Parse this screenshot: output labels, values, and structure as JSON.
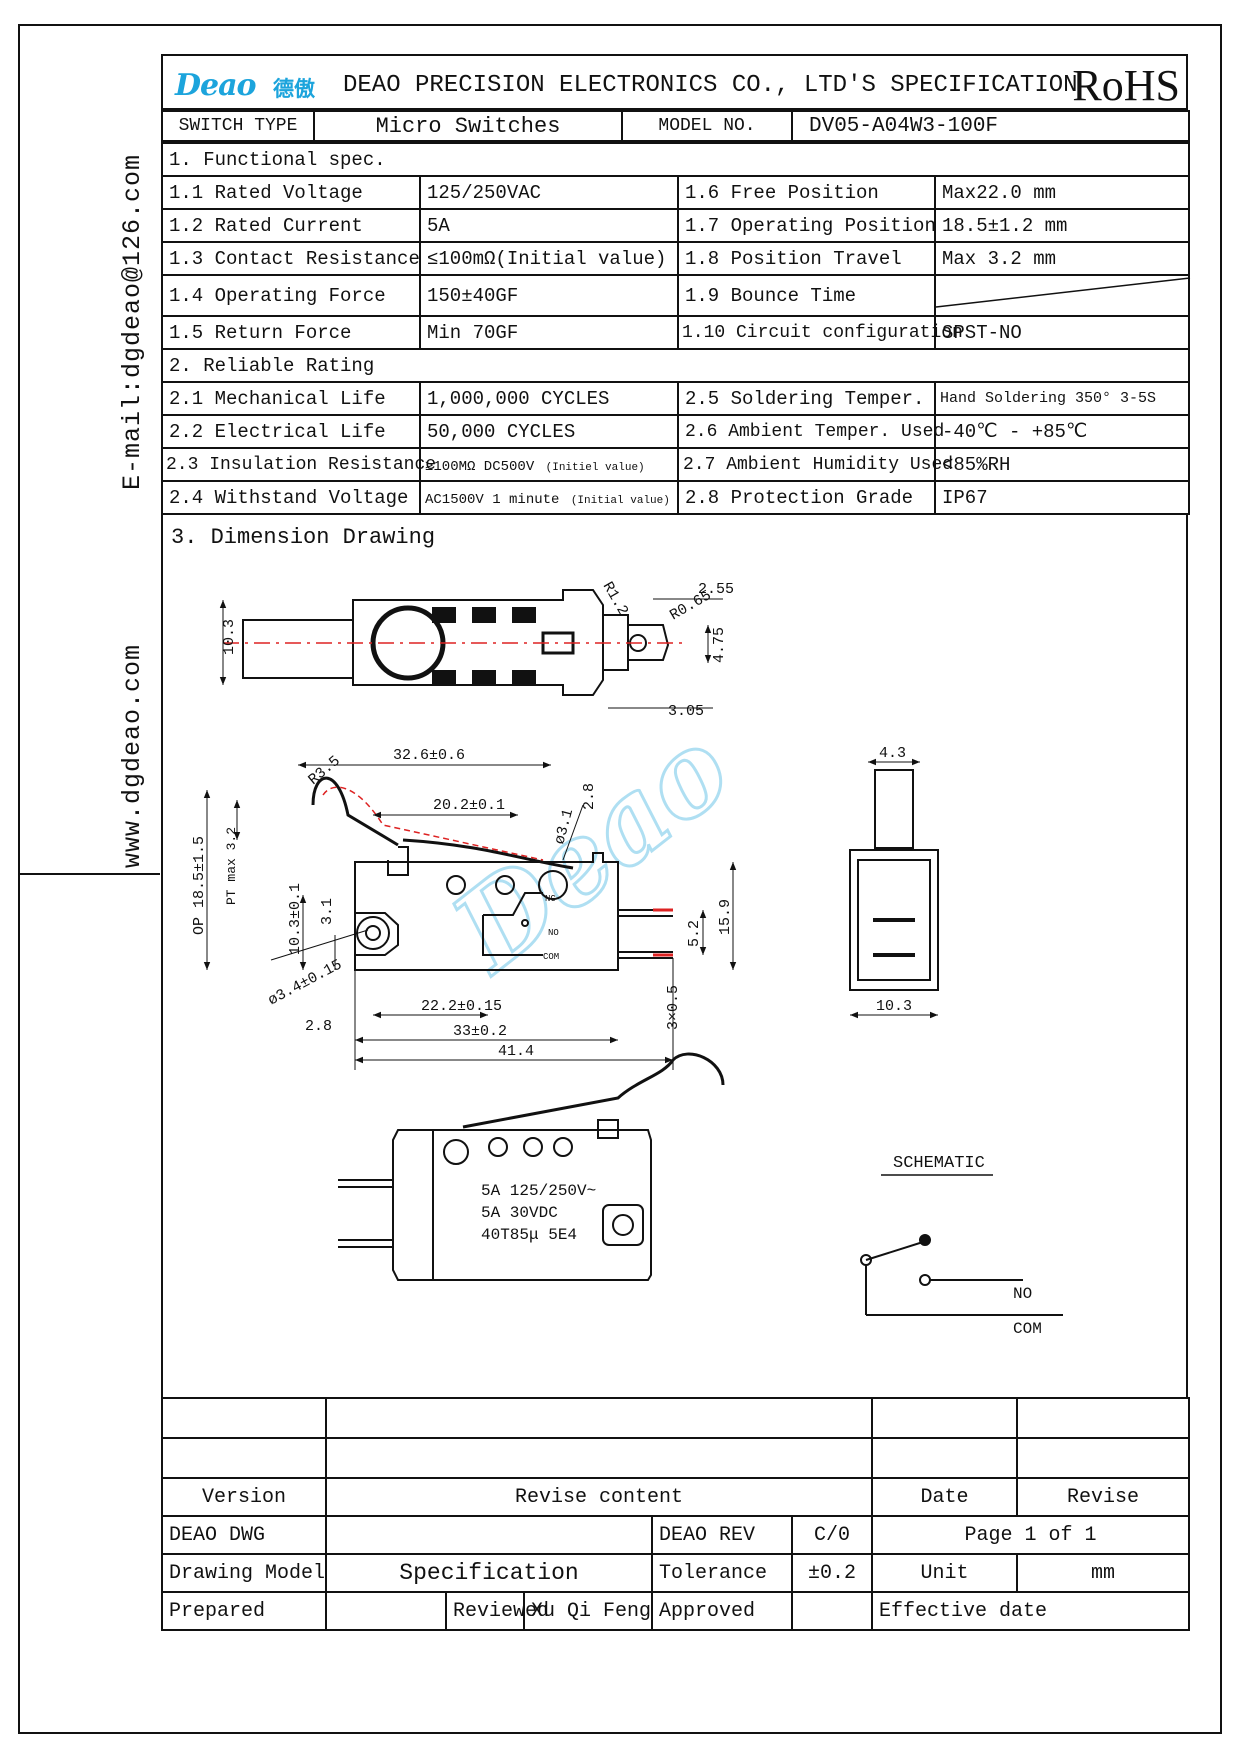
{
  "side": {
    "email": "E-mail:dgdeao@126.com",
    "website": "www.dgdeao.com"
  },
  "header": {
    "logo": "Deao",
    "logo_cn": "德傲",
    "company": "DEAO PRECISION ELECTRONICS CO., LTD'S SPECIFICATION",
    "rohs": "RoHS"
  },
  "info": {
    "switch_type_label": "SWITCH TYPE",
    "switch_type": "Micro Switches",
    "model_label": "MODEL NO.",
    "model": "DV05-A04W3-100F"
  },
  "functional": {
    "title": "1. Functional spec.",
    "rows": [
      {
        "l1": "1.1 Rated Voltage",
        "v1": "125/250VAC",
        "l2": "1.6  Free Position",
        "v2": "Max22.0 mm"
      },
      {
        "l1": "1.2 Rated Current",
        "v1": "5A",
        "l2": "1.7  Operating Position",
        "v2": "18.5±1.2 mm"
      },
      {
        "l1": "1.3 Contact Resistance",
        "v1": "≤100mΩ(Initial value)",
        "l2": "1.8  Position Travel",
        "v2": "Max 3.2 mm"
      },
      {
        "l1": "1.4 Operating Force",
        "v1": "150±40GF",
        "l2": "1.9  Bounce Time",
        "v2": ""
      },
      {
        "l1": "1.5 Return Force",
        "v1": "Min 70GF",
        "l2": "1.10 Circuit configuration",
        "v2": "SPST-NO"
      }
    ]
  },
  "reliable": {
    "title": "2. Reliable Rating",
    "rows": [
      {
        "l1": "2.1 Mechanical Life",
        "v1": "1,000,000 CYCLES",
        "l2": "2.5 Soldering Temper.",
        "v2": "Hand Soldering 350°  3-5S"
      },
      {
        "l1": "2.2 Electrical Life",
        "v1": "50,000   CYCLES",
        "l2": "2.6 Ambient Temper. Used",
        "v2": "-40℃ - +85℃"
      },
      {
        "l1": "2.3 Insulation Resistance",
        "v1a": "≥100MΩ DC500V",
        "v1b": "(Initiel value)",
        "l2": "2.7 Ambient Humidity Used",
        "v2": "<85%RH"
      },
      {
        "l1": "2.4  Withstand Voltage",
        "v1a": "AC1500V 1 minute",
        "v1b": "(Initial value)",
        "l2": "2.8 Protection Grade",
        "v2": "IP67"
      }
    ]
  },
  "drawing": {
    "title": "3.  Dimension Drawing",
    "dims": {
      "d103": "10.3",
      "d255": "2.55",
      "r12": "R1.2",
      "r065": "R0.65",
      "d475": "4.75",
      "d305": "3.05",
      "d326": "32.6±0.6",
      "r35": "R3.5",
      "d202": "20.2±0.1",
      "d31": "ø3.1",
      "d28a": "2.8",
      "op": "OP 18.5±1.5",
      "pt": "PT max 3.2",
      "d103b": "10.3±0.1",
      "d31b": "3.1",
      "d34": "ø3.4±0.15",
      "d28b": "2.8",
      "d222": "22.2±0.15",
      "d33": "33±0.2",
      "d414": "41.4",
      "d3x05": "3×0.5",
      "d52": "5.2",
      "d159": "15.9",
      "d43": "4.3",
      "d103c": "10.3",
      "nc": "NC",
      "no": "NO",
      "com": "COM"
    },
    "marking": [
      "5A 125/250V~",
      "5A 30VDC",
      "40T85μ 5E4"
    ],
    "schematic": {
      "title": "SCHEMATIC",
      "no": "NO",
      "com": "COM"
    }
  },
  "revision": {
    "headers": [
      "Version",
      "Revise content",
      "Date",
      "Revise"
    ],
    "dwg_label": "DEAO DWG",
    "rev_label": "DEAO REV",
    "rev": "C/0",
    "page": "Page 1 of 1",
    "model_label": "Drawing Model",
    "model": "Specification",
    "tol_label": "Tolerance",
    "tol": "±0.2",
    "unit_label": "Unit",
    "unit": "mm",
    "prepared": "Prepared",
    "reviewed": "Reviewed",
    "reviewer": "Xu Qi Feng",
    "approved": "Approved",
    "effective": "Effective date"
  },
  "colors": {
    "brand": "#1ca4dc",
    "accent": "#d22"
  }
}
